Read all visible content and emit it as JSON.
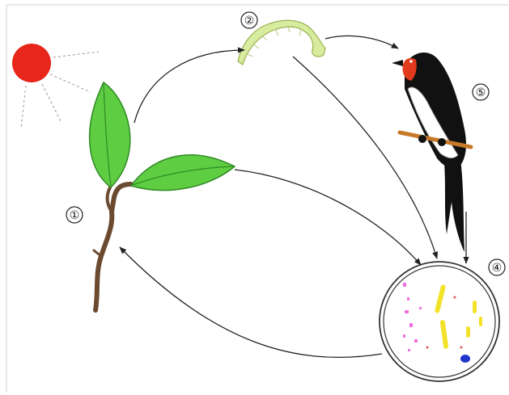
{
  "labels": {
    "plant": "①",
    "caterpillar": "②",
    "decomposers": "④",
    "bird": "⑤"
  },
  "colors": {
    "sun": "#e8261a",
    "leaf": "#5fcd42",
    "leaf_dark": "#2f8a25",
    "stem": "#6b4a30",
    "caterpillar": "#d8eca0",
    "bird_body": "#111111",
    "bird_head": "#e23a1c",
    "arrow": "#222222",
    "frame": "#cccccc"
  }
}
